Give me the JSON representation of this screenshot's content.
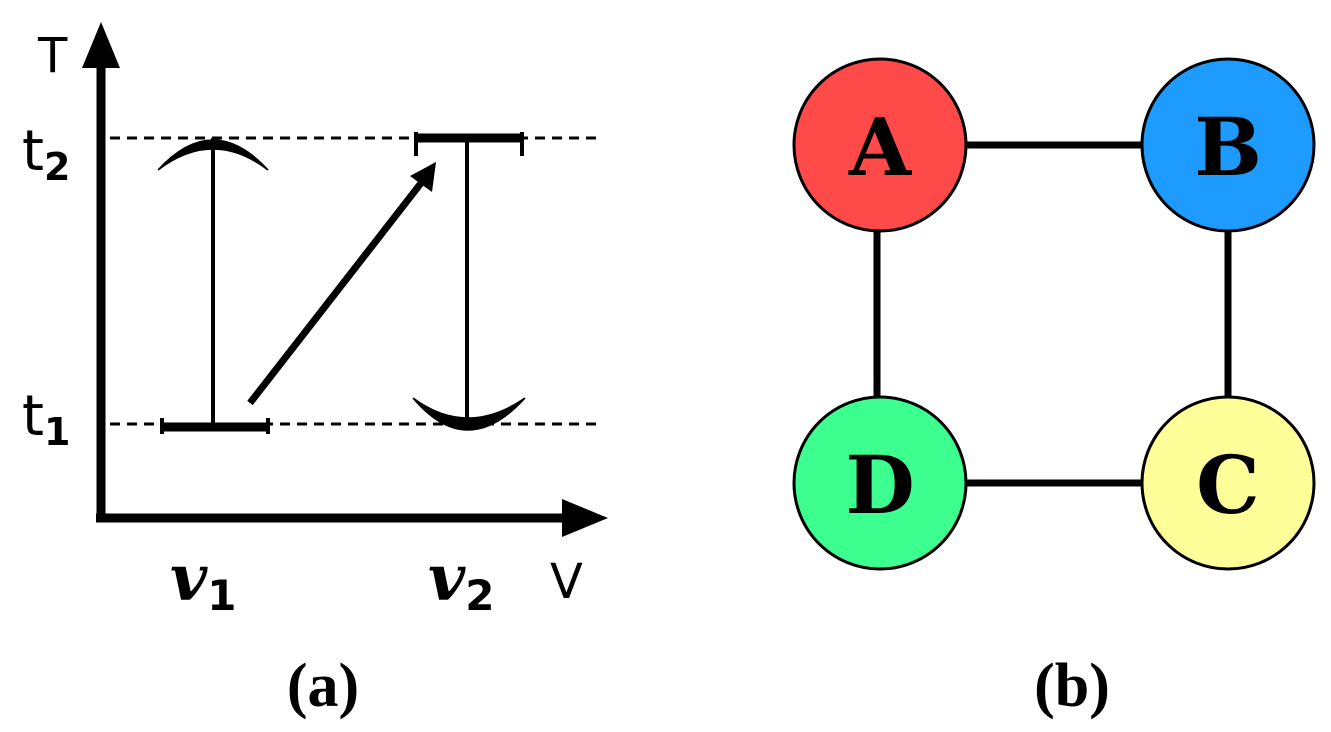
{
  "panel_a": {
    "y_axis_label": "T",
    "x_axis_label": "V",
    "t1": {
      "base": "t",
      "sub": "1"
    },
    "t2": {
      "base": "t",
      "sub": "2"
    },
    "v1": {
      "base": "v",
      "sub": "1"
    },
    "v2": {
      "base": "v",
      "sub": "2"
    },
    "caption": "(a)"
  },
  "panel_b": {
    "caption": "(b)",
    "nodes": [
      {
        "label": "A",
        "color": "#ff4a4a"
      },
      {
        "label": "B",
        "color": "#1e9bff"
      },
      {
        "label": "C",
        "color": "#ffff99"
      },
      {
        "label": "D",
        "color": "#3dff8f"
      }
    ],
    "edges": [
      [
        "A",
        "B"
      ],
      [
        "B",
        "C"
      ],
      [
        "C",
        "D"
      ],
      [
        "D",
        "A"
      ]
    ]
  }
}
